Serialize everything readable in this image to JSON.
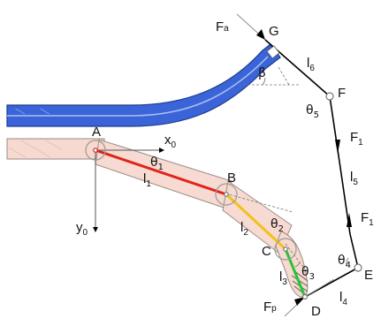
{
  "labels": {
    "A": "A",
    "B": "B",
    "C": "C",
    "D": "D",
    "E": "E",
    "F": "F",
    "G": "G",
    "x0": "x",
    "x0_sub": "0",
    "y0": "y",
    "y0_sub": "0",
    "l1": "l",
    "l1_sub": "1",
    "l2": "l",
    "l2_sub": "2",
    "l3": "l",
    "l3_sub": "3",
    "l4": "l",
    "l4_sub": "4",
    "l5": "l",
    "l5_sub": "5",
    "l6": "l",
    "l6_sub": "6",
    "theta1": "θ",
    "theta1_sub": "1",
    "theta2": "θ",
    "theta2_sub": "2",
    "theta3": "θ",
    "theta3_sub": "3",
    "theta4": "θ",
    "theta4_sub": "4",
    "theta5": "θ",
    "theta5_sub": "5",
    "beta": "β",
    "Fa": "F",
    "Fa_sub": "a",
    "Fp": "F",
    "Fp_sub": "p",
    "F1_upper": "F",
    "F1_upper_sub": "1",
    "F1_lower": "F",
    "F1_lower_sub": "1"
  },
  "colors": {
    "blue_fill": "#3a64d8",
    "blue_dark": "#1e3a8a",
    "blue_light": "#9db7ee",
    "finger_fill": "#f7d9cf",
    "finger_edge": "#9a8a84",
    "link_l1": "#e0241b",
    "link_l2": "#f2c21a",
    "link_l3": "#27c43a",
    "joint_stroke": "#9a9a9a",
    "line_black": "#000000"
  }
}
